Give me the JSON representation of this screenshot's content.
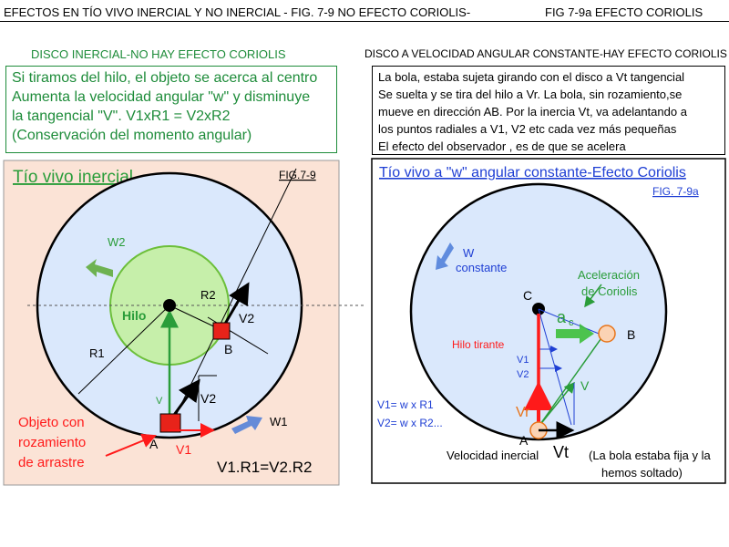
{
  "header": {
    "title": "EFECTOS EN TÍO VIVO INERCIAL Y NO INERCIAL - FIG. 7-9 NO EFECTO CORIOLIS-",
    "figure_ref": "FIG 7-9a      EFECTO CORIOLIS"
  },
  "left": {
    "subtitle": "DISCO INERCIAL-NO HAY EFECTO CORIOLIS",
    "box_lines": [
      "Si tiramos del hilo, el objeto se acerca al centro",
      "Aumenta la velocidad angular  \"w\" y disminuye",
      "la tangencial \"V\".  V1xR1 = V2xR2",
      "(Conservación del momento angular)"
    ],
    "panel": {
      "title": "Tío vivo inercial",
      "fig_label": "FIG.7-9",
      "labels": {
        "w2": "W2",
        "w1": "W1",
        "hilo": "Hilo",
        "r2": "R2",
        "r1": "R1",
        "v2_top": "V2",
        "v2_low": "V2",
        "b": "B",
        "a": "A",
        "v": "V",
        "v1": "V1",
        "objeto": [
          "Objeto con",
          "rozamiento",
          "de arrastre"
        ],
        "formula": "V1.R1=V2.R2"
      },
      "colors": {
        "background": "#fbe3d6",
        "disk": "#dae8fc",
        "inner_disk": "#c6efaa",
        "inner_stroke": "#6cbf3a",
        "green": "#2a9d3a",
        "red": "#ff1a1a"
      }
    }
  },
  "right": {
    "subtitle": "DISCO A VELOCIDAD ANGULAR CONSTANTE-HAY EFECTO CORIOLIS",
    "box_lines": [
      "La bola, estaba sujeta girando con el disco a Vt tangencial",
      "Se suelta y se tira del hilo a Vr. La bola, sin rozamiento,se",
      "mueve en dirección AB. Por la inercia Vt, va adelantando a",
      "los puntos  radiales a V1, V2 etc cada vez más pequeñas",
      "El efecto del observador , es de que se acelera"
    ],
    "panel": {
      "title": "Tío vivo a \"w\" angular constante-Efecto Coriolis",
      "fig_label": "FIG. 7-9a",
      "labels": {
        "w": "W",
        "constante": "constante",
        "aceleracion": [
          "Aceleración",
          "de Coriolis"
        ],
        "c": "C",
        "ac": "a",
        "ac_sub": "c",
        "b": "B",
        "hilo_tirante": "Hilo tirante",
        "v1": "V1",
        "v2": "V2",
        "v": "V",
        "vr": "Vr",
        "a": "A",
        "vt": "Vt",
        "eq1": "V1= w x R1",
        "eq2": "V2= w x R2...",
        "vel_inercial": "Velocidad inercial",
        "bola_fija": [
          "(La bola estaba fija y la",
          "hemos soltado)"
        ]
      },
      "colors": {
        "disk": "#dae8fc",
        "title_blue": "#1f3fd4",
        "green": "#2a9d3a",
        "red": "#ff1a1a",
        "ball": "#fbd3b4",
        "orange": "#e8741a"
      }
    }
  }
}
